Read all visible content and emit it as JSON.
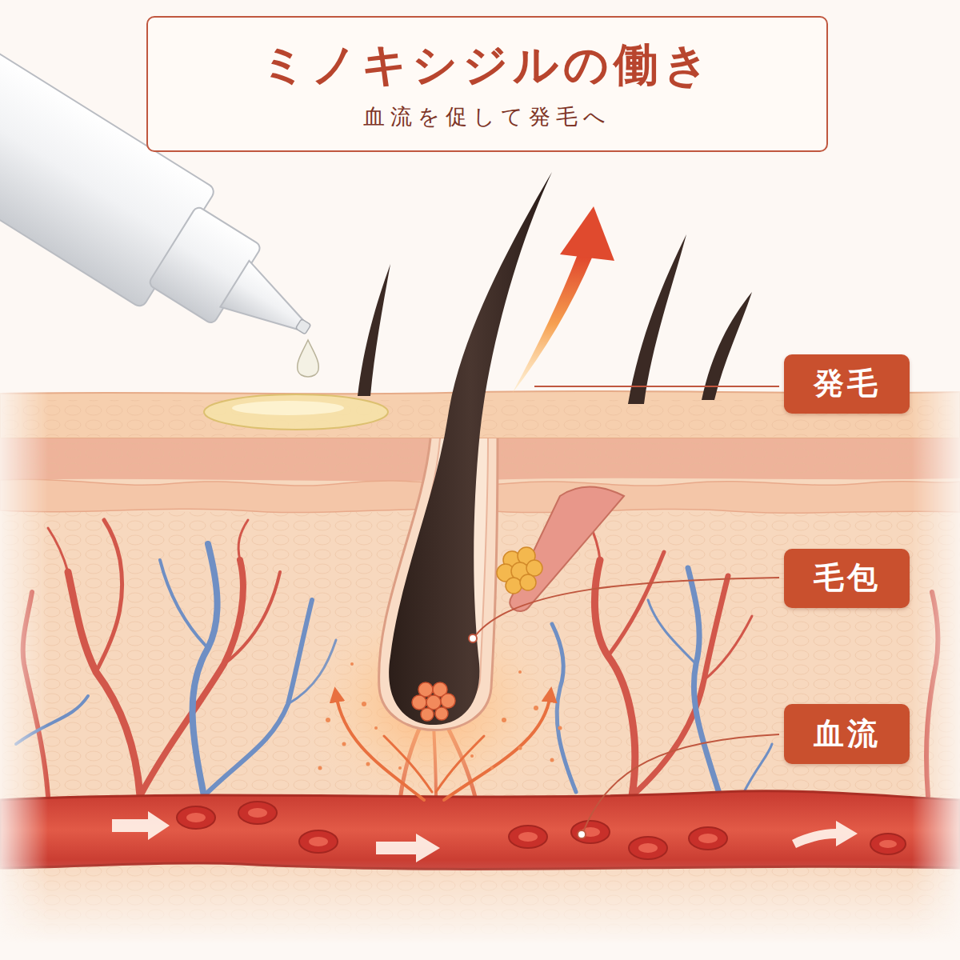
{
  "diagram": {
    "title": "ミノキシジルの働き",
    "caption": "血流を促して発毛へ",
    "nodes": [
      {
        "text": [
          "発毛"
        ]
      },
      {
        "text": [
          "毛包"
        ]
      },
      {
        "text": [
          "血流"
        ]
      }
    ]
  }
}
